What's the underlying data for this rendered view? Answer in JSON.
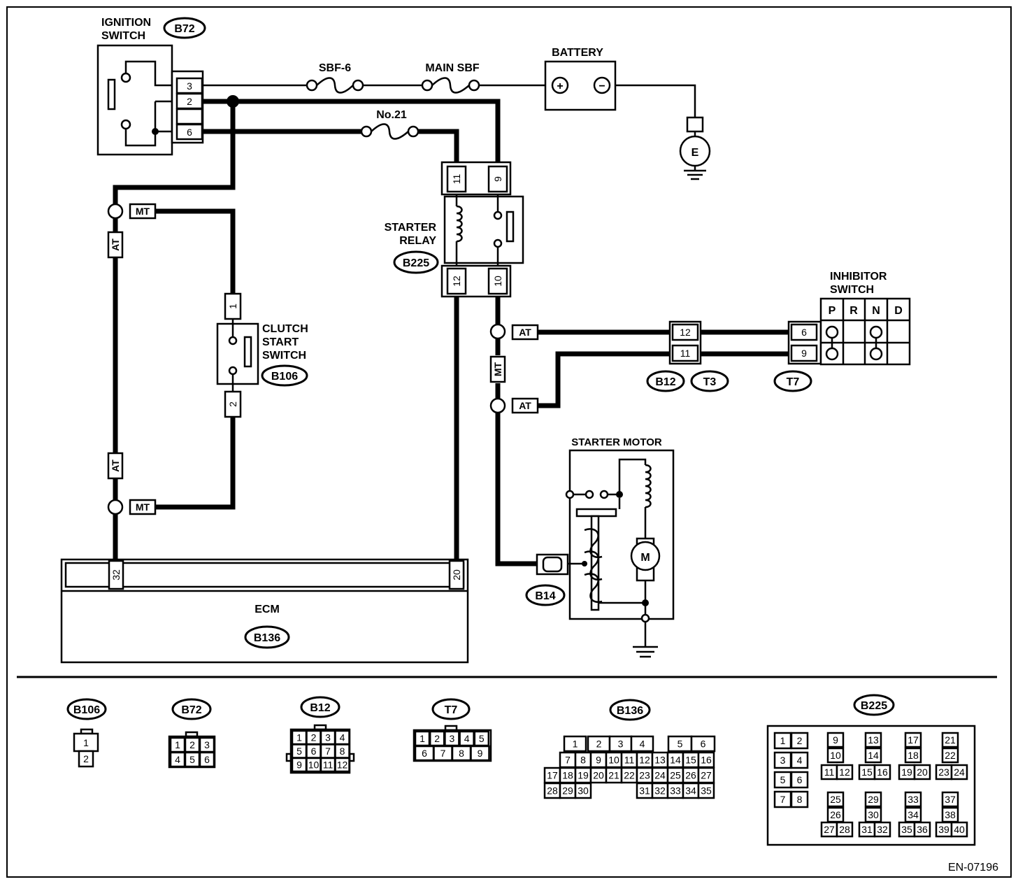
{
  "components": {
    "ignition_switch": {
      "label_line1": "IGNITION",
      "label_line2": "SWITCH",
      "connector": "B72",
      "pins": [
        "3",
        "2",
        "6"
      ]
    },
    "fuses": {
      "sbf6": "SBF-6",
      "main_sbf": "MAIN SBF",
      "no21": "No.21"
    },
    "battery": {
      "label": "BATTERY",
      "plus": "+",
      "minus": "−",
      "ground": "E"
    },
    "starter_relay": {
      "label_line1": "STARTER",
      "label_line2": "RELAY",
      "connector": "B225",
      "pins_top": [
        "11",
        "9"
      ],
      "pins_bottom": [
        "12",
        "10"
      ]
    },
    "clutch_start_switch": {
      "label_line1": "CLUTCH",
      "label_line2": "START",
      "label_line3": "SWITCH",
      "connector": "B106",
      "pin_top": "1",
      "pin_bottom": "2"
    },
    "inhibitor_switch": {
      "label_line1": "INHIBITOR",
      "label_line2": "SWITCH",
      "positions": [
        "P",
        "R",
        "N",
        "D"
      ],
      "pins": [
        "6",
        "9"
      ],
      "connector": "T7"
    },
    "joint_connector": {
      "pins": [
        "12",
        "11"
      ],
      "connector_a": "B12",
      "connector_b": "T3"
    },
    "starter_motor": {
      "label": "STARTER MOTOR",
      "motor": "M",
      "connector": "B14"
    },
    "ecm": {
      "label": "ECM",
      "connector": "B136",
      "pins": [
        "32",
        "20"
      ]
    },
    "wire_tags": {
      "mt": "MT",
      "at": "AT"
    }
  },
  "connector_views": {
    "b106": {
      "label": "B106",
      "pins": [
        "1",
        "2"
      ]
    },
    "b72": {
      "label": "B72",
      "pins": [
        "1",
        "2",
        "3",
        "4",
        "5",
        "6"
      ]
    },
    "b12": {
      "label": "B12",
      "pins": [
        "1",
        "2",
        "3",
        "4",
        "5",
        "6",
        "7",
        "8",
        "9",
        "10",
        "11",
        "12"
      ]
    },
    "t7": {
      "label": "T7",
      "pins": [
        "1",
        "2",
        "3",
        "4",
        "5",
        "6",
        "7",
        "8",
        "9"
      ]
    },
    "b136": {
      "label": "B136",
      "pins": [
        "1",
        "2",
        "3",
        "4",
        "5",
        "6",
        "7",
        "8",
        "9",
        "10",
        "11",
        "12",
        "13",
        "14",
        "15",
        "16",
        "17",
        "18",
        "19",
        "20",
        "21",
        "22",
        "23",
        "24",
        "25",
        "26",
        "27",
        "28",
        "29",
        "30",
        "31",
        "32",
        "33",
        "34",
        "35"
      ]
    },
    "b225": {
      "label": "B225",
      "pins": [
        "1",
        "2",
        "3",
        "4",
        "5",
        "6",
        "7",
        "8",
        "9",
        "10",
        "11",
        "12",
        "13",
        "14",
        "15",
        "16",
        "17",
        "18",
        "19",
        "20",
        "21",
        "22",
        "23",
        "24",
        "25",
        "26",
        "27",
        "28",
        "29",
        "30",
        "31",
        "32",
        "33",
        "34",
        "35",
        "36",
        "37",
        "38",
        "39",
        "40"
      ]
    }
  },
  "figure_id": "EN-07196"
}
